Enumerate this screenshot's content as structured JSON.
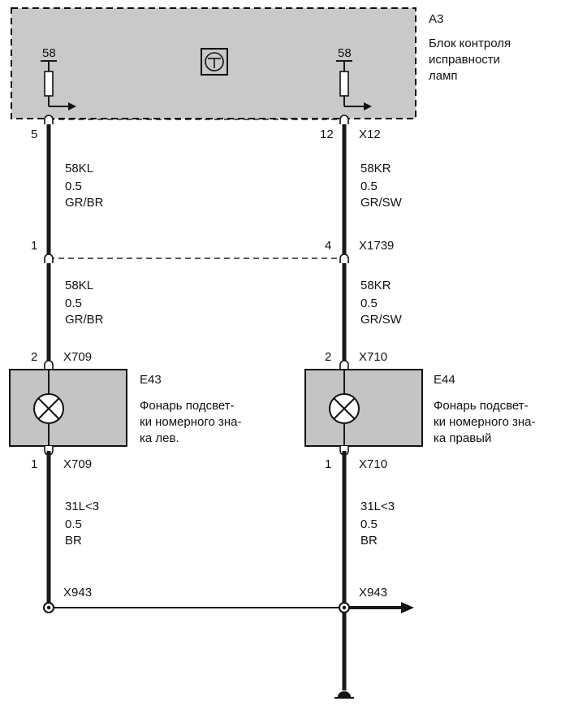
{
  "module": {
    "id": "A3",
    "desc": [
      "Блок контроля",
      "исправности",
      "ламп"
    ],
    "pin_left_label": "58",
    "pin_right_label": "58",
    "connector": "X12",
    "pin_left": "5",
    "pin_right": "12"
  },
  "wire_upper_left": {
    "circuit": "58KL",
    "gauge": "0.5",
    "color": "GR/BR"
  },
  "wire_upper_right": {
    "circuit": "58KR",
    "gauge": "0.5",
    "color": "GR/SW"
  },
  "connector_mid": {
    "id": "X1739",
    "pin_left": "1",
    "pin_right": "4"
  },
  "wire_lower_left": {
    "circuit": "58KL",
    "gauge": "0.5",
    "color": "GR/BR"
  },
  "wire_lower_right": {
    "circuit": "58KR",
    "gauge": "0.5",
    "color": "GR/SW"
  },
  "lamp_left": {
    "id": "E43",
    "desc": [
      "Фонарь подсвет-",
      "ки номерного зна-",
      "ка лев."
    ],
    "top_pin": "2",
    "top_conn": "X709",
    "bottom_pin": "1",
    "bottom_conn": "X709"
  },
  "lamp_right": {
    "id": "E44",
    "desc": [
      "Фонарь подсвет-",
      "ки номерного зна-",
      "ка правый"
    ],
    "top_pin": "2",
    "top_conn": "X710",
    "bottom_pin": "1",
    "bottom_conn": "X710"
  },
  "wire_ground_left": {
    "circuit": "31L<3",
    "gauge": "0.5",
    "color": "BR"
  },
  "wire_ground_right": {
    "circuit": "31L<3",
    "gauge": "0.5",
    "color": "BR"
  },
  "ground": {
    "left_conn": "X943",
    "right_conn": "X943"
  },
  "colors": {
    "module_fill": "#c9c9c9",
    "lamp_fill": "#c4c4c4",
    "wire": "#1a1a1a"
  }
}
